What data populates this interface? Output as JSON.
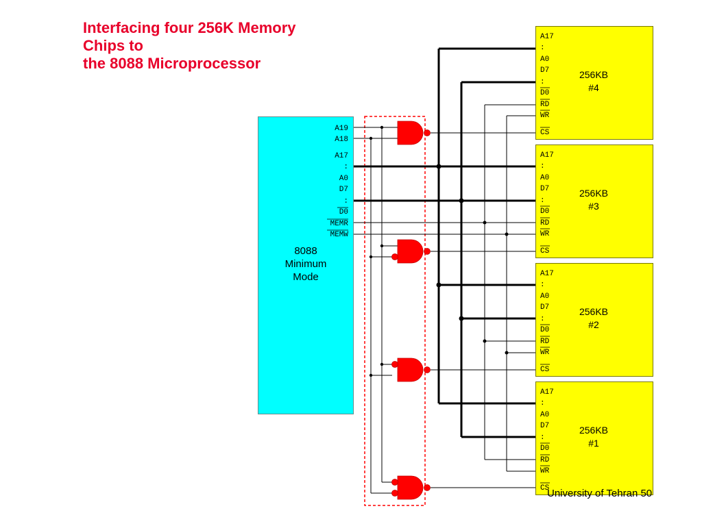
{
  "title": {
    "lines": [
      "Interfacing four 256K Memory",
      "Chips to",
      "the 8088 Microprocessor"
    ],
    "color": "#e8002a"
  },
  "cpu": {
    "label_lines": [
      "8088",
      "Minimum",
      "Mode"
    ],
    "pins": [
      "A19",
      "A18",
      "A17",
      ":",
      "A0",
      "D7",
      ":",
      "D0",
      "MEMR",
      "MEMW"
    ],
    "color": "#00ffff"
  },
  "chips": [
    {
      "label": "256KB",
      "number": "#4",
      "pins": [
        "A17",
        ":",
        "A0",
        "D7",
        ":",
        "D0",
        "RD",
        "WR",
        "CS"
      ]
    },
    {
      "label": "256KB",
      "number": "#3",
      "pins": [
        "A17",
        ":",
        "A0",
        "D7",
        ":",
        "D0",
        "RD",
        "WR",
        "CS"
      ]
    },
    {
      "label": "256KB",
      "number": "#2",
      "pins": [
        "A17",
        ":",
        "A0",
        "D7",
        ":",
        "D0",
        "RD",
        "WR",
        "CS"
      ]
    },
    {
      "label": "256KB",
      "number": "#1",
      "pins": [
        "A17",
        ":",
        "A0",
        "D7",
        ":",
        "D0",
        "RD",
        "WR",
        "CS"
      ]
    }
  ],
  "chip_color": "#ffff00",
  "gate_color": "#ff0000",
  "decoder_box_color": "#ff0000",
  "footer": "University of Tehran 50"
}
